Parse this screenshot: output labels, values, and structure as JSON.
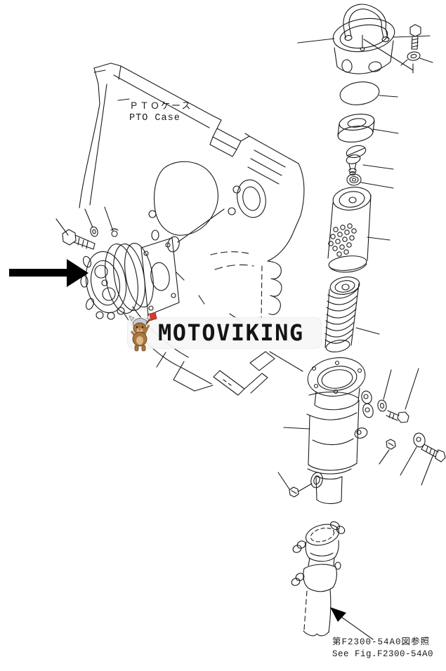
{
  "page": {
    "background": "#ffffff",
    "line_color": "#1a1a1a",
    "arrow_color": "#000000"
  },
  "labels": {
    "pto_case_jp": "ＰＴＯケース",
    "pto_case_en": "PTO Case",
    "fig_ref_jp": "第F2300-54A0図参照",
    "fig_ref_en": "See Fig.F2300-54A0"
  },
  "watermark": {
    "text": "MOTOVIKING",
    "mascot_icon": "viking-dog-mascot",
    "band_color": "rgba(246,246,246,0.93)",
    "text_color": "#141414",
    "axe_color": "#d63a2f",
    "helmet_color": "#c7cbd1",
    "fur_color": "#a9763f"
  },
  "diagram": {
    "type": "exploded-parts-diagram",
    "parts": [
      "pto-case",
      "gear-pump",
      "pump-mount-bolt",
      "pump-washer",
      "filter-cover-with-handle",
      "cover-bolt",
      "cover-washer",
      "o-ring",
      "cup-seal",
      "bypass-valve",
      "valve-seat-washer",
      "filter-element",
      "filter-spring",
      "filter-case",
      "case-washer",
      "case-bolt",
      "screw-plug",
      "eye-joint",
      "joint-bolt",
      "drain-plug",
      "suction-tube"
    ]
  }
}
